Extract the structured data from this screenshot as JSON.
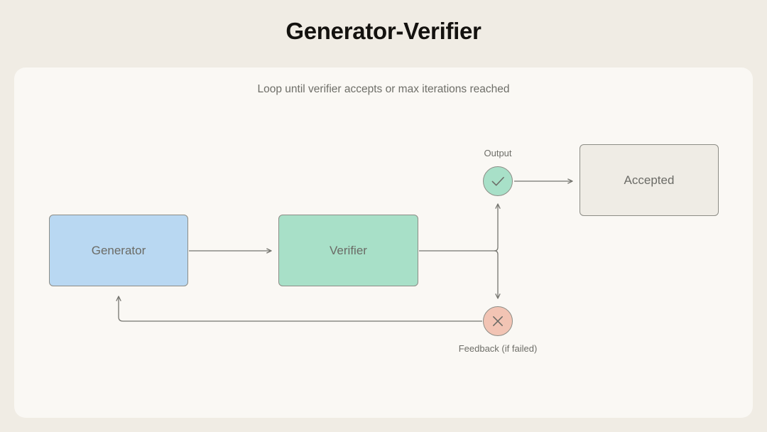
{
  "page": {
    "title": "Generator-Verifier",
    "background_color": "#f0ece4"
  },
  "panel": {
    "subtitle": "Loop until verifier accepts or max iterations reached",
    "background_color": "#faf8f4"
  },
  "diagram": {
    "type": "flowchart",
    "nodes": [
      {
        "id": "generator",
        "label": "Generator",
        "shape": "rounded-rect",
        "fill": "#b9d8f2",
        "stroke": "#8d8d86"
      },
      {
        "id": "verifier",
        "label": "Verifier",
        "shape": "rounded-rect",
        "fill": "#a8e0c8",
        "stroke": "#8d8d86"
      },
      {
        "id": "accepted",
        "label": "Accepted",
        "shape": "rounded-rect",
        "fill": "#efece5",
        "stroke": "#8d8d86"
      },
      {
        "id": "accept-circle",
        "label": "",
        "icon": "check-icon",
        "shape": "circle",
        "fill": "#a8e0c8",
        "stroke": "#8d8d86"
      },
      {
        "id": "reject-circle",
        "label": "",
        "icon": "cross-icon",
        "shape": "circle",
        "fill": "#f2c4b4",
        "stroke": "#8d8d86"
      }
    ],
    "edges": [
      {
        "id": "generator-to-verifier",
        "from": "generator",
        "to": "verifier",
        "label": ""
      },
      {
        "id": "verifier-to-accept",
        "from": "verifier",
        "to": "accept-circle",
        "label": "Output"
      },
      {
        "id": "verifier-to-reject",
        "from": "verifier",
        "to": "reject-circle",
        "label": "Feedback (if failed)"
      },
      {
        "id": "accept-to-accepted",
        "from": "accept-circle",
        "to": "accepted",
        "label": ""
      },
      {
        "id": "reject-to-generator",
        "from": "reject-circle",
        "to": "generator",
        "label": ""
      }
    ],
    "labels": {
      "output": "Output",
      "feedback": "Feedback (if failed)"
    },
    "stroke_color": "#8d8d86",
    "text_color": "#6b6b66"
  }
}
